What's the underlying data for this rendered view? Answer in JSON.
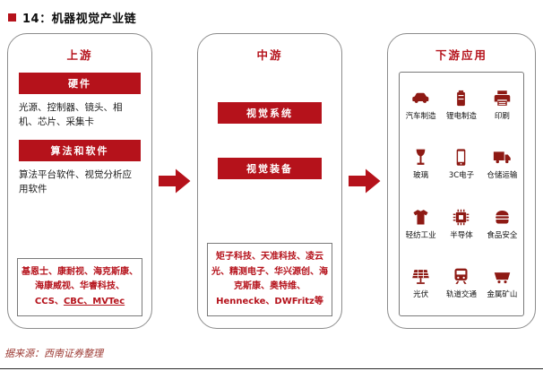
{
  "title": "14：机器视觉产业链",
  "source_note": "据来源：西南证券整理",
  "colors": {
    "accent_red": "#B5121B",
    "icon_red": "#8E1A14"
  },
  "upstream": {
    "header": "上游",
    "hardware_label": "硬件",
    "hardware_items": "光源、控制器、镜头、相机、芯片、采集卡",
    "software_label": "算法和软件",
    "software_items": "算法平台软件、视觉分析应用软件",
    "companies": "基恩士、康耐视、海克斯康、海康威视、华睿科技、CCS、",
    "companies_underlined": "CBC、MVTec"
  },
  "midstream": {
    "header": "中游",
    "system_label": "视觉系统",
    "equipment_label": "视觉装备",
    "companies": "矩子科技、天准科技、凌云光、精测电子、华兴源创、海克斯康、奥特维、Hennecke、DWFritz等"
  },
  "downstream": {
    "header": "下游应用",
    "items": [
      {
        "icon": "car-icon",
        "label": "汽车制造"
      },
      {
        "icon": "battery-icon",
        "label": "锂电制造"
      },
      {
        "icon": "printer-icon",
        "label": "印刷"
      },
      {
        "icon": "wine-glass-icon",
        "label": "玻璃"
      },
      {
        "icon": "smartphone-icon",
        "label": "3C电子"
      },
      {
        "icon": "truck-icon",
        "label": "仓储运输"
      },
      {
        "icon": "tshirt-icon",
        "label": "轻纺工业"
      },
      {
        "icon": "chip-icon",
        "label": "半导体"
      },
      {
        "icon": "food-icon",
        "label": "食品安全"
      },
      {
        "icon": "solar-panel-icon",
        "label": "光伏"
      },
      {
        "icon": "train-icon",
        "label": "轨道交通"
      },
      {
        "icon": "mine-cart-icon",
        "label": "金属矿山"
      }
    ]
  }
}
